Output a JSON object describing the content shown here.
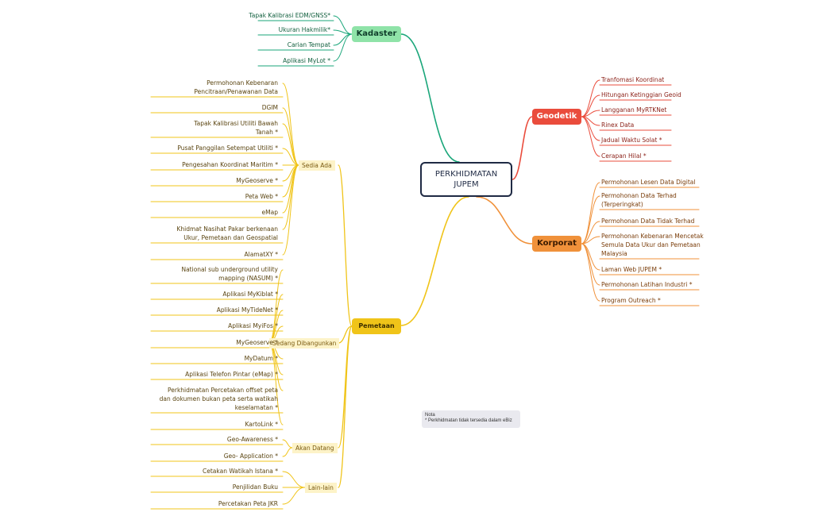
{
  "center": {
    "title": "PERKHIDMATAN JUPEM"
  },
  "colors": {
    "kadaster": "#1aa67a",
    "geodetik": "#ea4c3c",
    "korporat": "#f0913a",
    "pemetaan": "#f0c419",
    "center_border": "#1f2a44"
  },
  "kadaster": {
    "label": "Kadaster",
    "items": [
      "Tapak Kalibrasi EDM/GNSS*",
      "Ukuran Hakmilik*",
      "Carian Tempat",
      "Aplikasi MyLot *"
    ]
  },
  "geodetik": {
    "label": "Geodetik",
    "items": [
      "Tranfomasi Koordinat",
      "Hitungan Ketinggian Geoid",
      "Langganan MyRTKNet",
      "Rinex Data",
      "Jadual Waktu Solat *",
      "Cerapan Hilal *"
    ]
  },
  "korporat": {
    "label": "Korporat",
    "items": [
      "Permohonan Lesen Data Digital",
      "Permohonan Data Terhad\n(Terperingkat)",
      "Permohonan Data Tidak Terhad",
      "Permohonan Kebenaran Mencetak\nSemula Data Ukur dan Pemetaan\nMalaysia",
      "Laman Web JUPEM *",
      "Permohonan Latihan Industri *",
      "Program Outreach *"
    ]
  },
  "pemetaan": {
    "label": "Pemetaan",
    "sedia_ada": {
      "label": "Sedia Ada",
      "items": [
        "Permohonan Kebenaran\nPencitraan/Penawanan Data",
        "DGIM",
        "Tapak Kalibrasi Utiliti Bawah\nTanah *",
        "Pusat Panggilan Setempat Utiliti *",
        "Pengesahan Koordinat Maritim *",
        "MyGeoserve *",
        "Peta Web *",
        "eMap",
        "Khidmat Nasihat Pakar berkenaan\nUkur, Pemetaan dan Geospatial",
        "AlamatXY *"
      ]
    },
    "sedang_dibangunkan": {
      "label": "Sedang Dibangunkan",
      "items": [
        "National sub underground utility\nmapping (NASUM) *",
        "Aplikasi MyKiblat *",
        "Aplikasi MyTideNet *",
        "Aplikasi MyiFos *",
        "MyGeoserve *",
        "MyDatum *",
        "Aplikasi Telefon Pintar (eMap) *",
        "Perkhidmatan Percetakan offset peta\ndan dokumen bukan peta serta watikah\nkeselamatan *",
        "KartoLink *"
      ]
    },
    "akan_datang": {
      "label": "Akan Datang",
      "items": [
        "Geo-Awareness *",
        "Geo- Application *"
      ]
    },
    "lain_lain": {
      "label": "Lain-lain",
      "items": [
        "Cetakan Watikah Istana *",
        "Penjilidan Buku",
        "Percetakan Peta JKR"
      ]
    }
  },
  "note": {
    "title": "Nota",
    "text": "* Perkhidmatan tidak tersedia dalam eBiz"
  }
}
